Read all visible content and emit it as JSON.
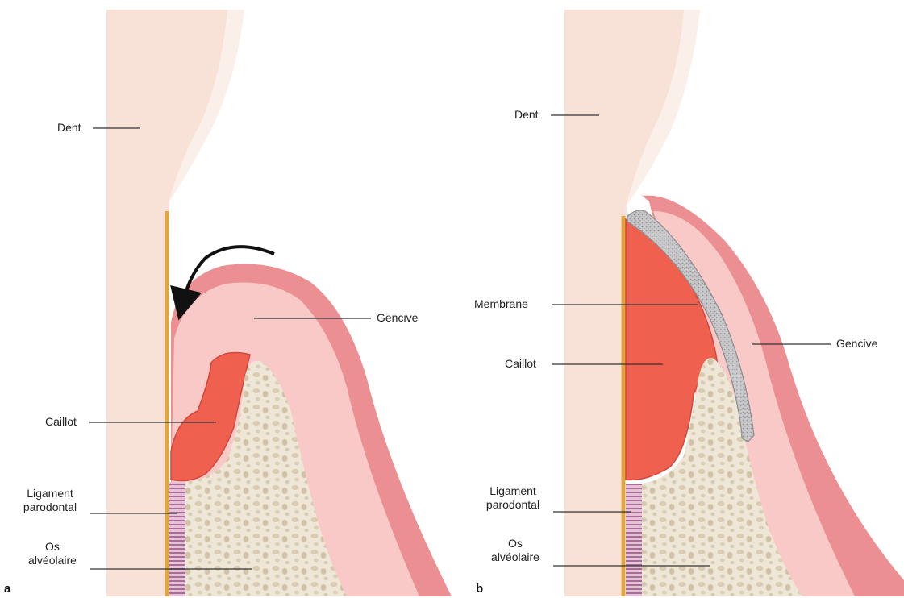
{
  "colors": {
    "tooth": "#f8e1d6",
    "tooth_surface": "#fbefe9",
    "gum_outer": "#ec8f92",
    "gum_inner": "#f8c9c6",
    "clot": "#f0604f",
    "clot_edge": "#d2473c",
    "bone": "#eee7d8",
    "bone_pores": "#d7c9af",
    "ligament": "#a86d97",
    "root_surface": "#e3a63c",
    "membrane": "#c4c4c6",
    "leader_line": "#333333",
    "arrow": "#111111"
  },
  "panel_a": {
    "letter": "a",
    "labels": {
      "dent": "Dent",
      "gencive": "Gencive",
      "caillot": "Caillot",
      "ligament_line1": "Ligament",
      "ligament_line2": "parodontal",
      "os_line1": "Os",
      "os_line2": "alvéolaire"
    }
  },
  "panel_b": {
    "letter": "b",
    "labels": {
      "dent": "Dent",
      "membrane": "Membrane",
      "caillot": "Caillot",
      "gencive": "Gencive",
      "ligament_line1": "Ligament",
      "ligament_line2": "parodontal",
      "os_line1": "Os",
      "os_line2": "alvéolaire"
    }
  }
}
